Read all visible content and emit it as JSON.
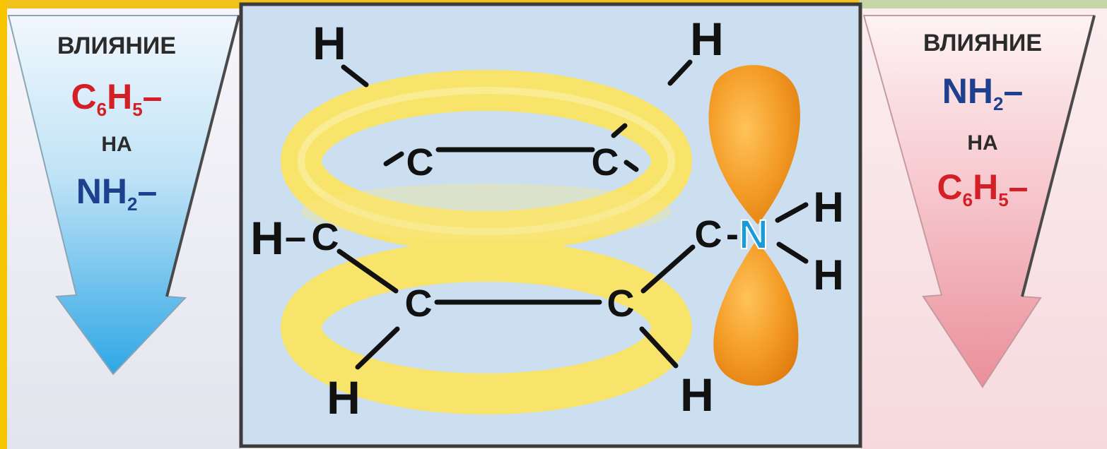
{
  "colors": {
    "top_strip": "#f2c21c",
    "left_border": "#f6c400",
    "left_panel_bg": "#ececf4",
    "right_panel_bg": "#f8e4e7",
    "center_bg": "#cbdff0",
    "center_border": "#3c3c3c",
    "ring": "#f8e46a",
    "ring_inner": "#fbf0a4",
    "n_orbital": "#f29a22",
    "c6h5_color": "#d41f26",
    "nh2_color": "#1f3f8f",
    "n_atom": "#1a9ad6",
    "bond": "#111111",
    "label_dark": "#2b2b2b"
  },
  "left_panel": {
    "line1": "ВЛИЯНИЕ",
    "line2_main": "C",
    "line2_sub1": "6",
    "line2_mid": "H",
    "line2_sub2": "5",
    "line2_dash": "–",
    "line3": "НА",
    "line4_main": "NH",
    "line4_sub": "2",
    "line4_dash": "–"
  },
  "right_panel": {
    "line1": "ВЛИЯНИЕ",
    "line2_main": "NH",
    "line2_sub": "2",
    "line2_dash": "–",
    "line3": "НА",
    "line4_main": "C",
    "line4_sub1": "6",
    "line4_mid": "H",
    "line4_sub2": "5",
    "line4_dash": "–"
  },
  "molecule": {
    "atoms": {
      "h_top_left": "H",
      "h_top_right": "H",
      "c_top_left": "C",
      "c_top_right": "C",
      "h_left": "H",
      "dash_left": "–",
      "c_left": "C",
      "c_right": "C",
      "dash_right": "-",
      "n": "N",
      "h_n_upper": "H",
      "h_n_lower": "H",
      "c_bottom_left": "C",
      "c_bottom_right": "C",
      "h_bottom_left": "H",
      "h_bottom_right": "H"
    }
  }
}
